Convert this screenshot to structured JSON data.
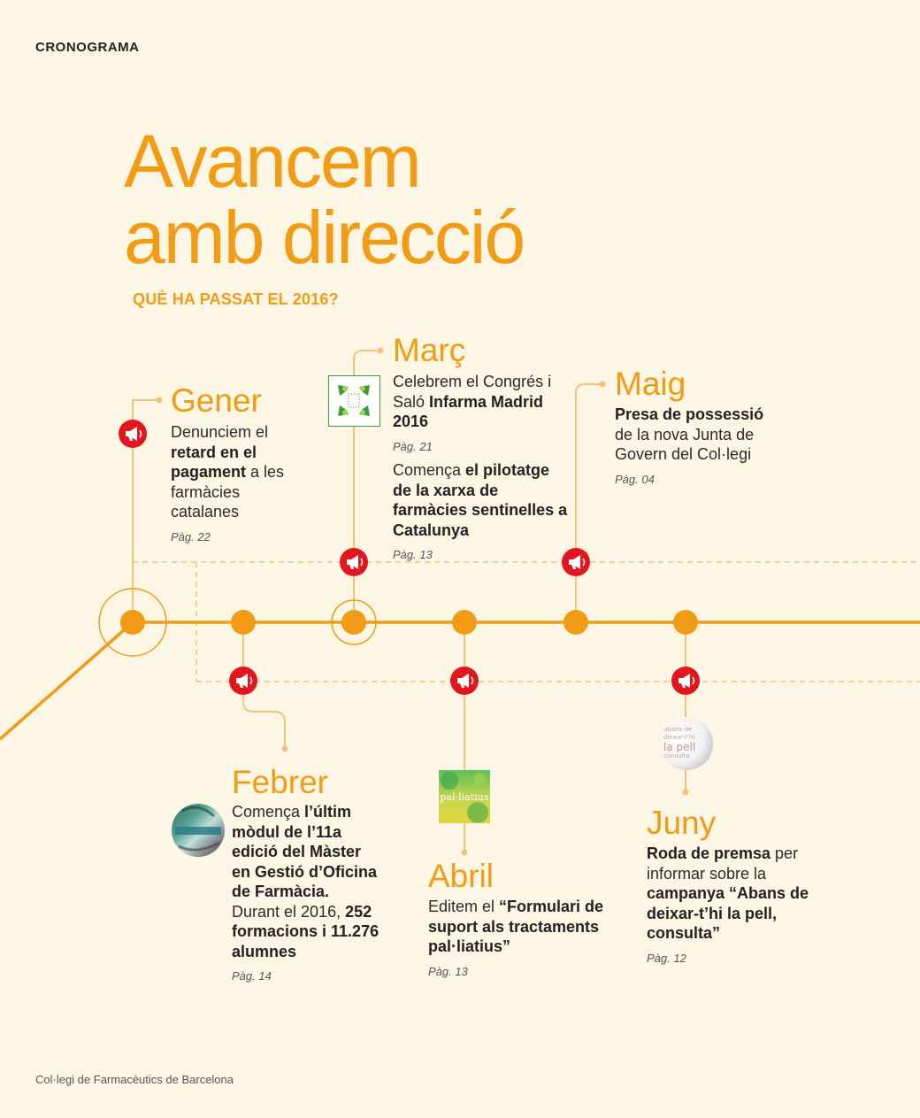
{
  "header": {
    "section": "CRONOGRAMA"
  },
  "title": {
    "line1": "Avancem",
    "line2": "amb direcció",
    "subtitle": "QUÈ HA PASSAT EL 2016?"
  },
  "colors": {
    "orange": "#f29b14",
    "red": "#e3161d",
    "background": "#fdf6e4",
    "pale_orange": "#f6c27a"
  },
  "months": {
    "gener": {
      "name": "Gener",
      "desc": [
        {
          "t": "Denunciem el ",
          "b": false
        },
        {
          "t": "retard en el pagament",
          "b": true
        },
        {
          "t": " a les farmàcies catalanes",
          "b": false
        }
      ],
      "page": "Pàg. 22"
    },
    "febrer": {
      "name": "Febrer",
      "desc": [
        {
          "t": "Comença ",
          "b": false
        },
        {
          "t": "l’últim mòdul de l’11a edició del Màster en Gestió d’Oficina de Farmàcia.",
          "b": true
        },
        {
          "t": " Durant el 2016, ",
          "b": false
        },
        {
          "t": "252 formacions i 11.276 alumnes",
          "b": true
        }
      ],
      "page": "Pàg. 14"
    },
    "marc": {
      "name": "Març",
      "desc1": [
        {
          "t": "Celebrem el Congrés i Saló ",
          "b": false
        },
        {
          "t": "Infarma Madrid 2016",
          "b": true
        }
      ],
      "page1": "Pàg. 21",
      "desc2": [
        {
          "t": "Comença ",
          "b": false
        },
        {
          "t": "el pilotatge de la xarxa de farmàcies sentinelles a Catalunya",
          "b": true
        }
      ],
      "page2": "Pàg. 13"
    },
    "abril": {
      "name": "Abril",
      "desc": [
        {
          "t": "Editem el ",
          "b": false
        },
        {
          "t": "“Formulari de suport als tractaments pal·liatius”",
          "b": true
        }
      ],
      "page": "Pàg. 13",
      "thumb_text": "pal·liatius"
    },
    "maig": {
      "name": "Maig",
      "desc": [
        {
          "t": "Presa de possessió",
          "b": true
        },
        {
          "t": " de la nova Junta de Govern del Col·legi",
          "b": false
        }
      ],
      "page": "Pàg. 04"
    },
    "juny": {
      "name": "Juny",
      "desc": [
        {
          "t": "Roda de premsa",
          "b": true
        },
        {
          "t": " per informar sobre la ",
          "b": false
        },
        {
          "t": "campanya “Abans de deixar-t’hi la pell, consulta”",
          "b": true
        }
      ],
      "page": "Pàg. 12",
      "thumb_text": [
        "abans de",
        "deixar-t’hi",
        "la pell",
        "consulta"
      ]
    }
  },
  "icons": {
    "alert": "megaphone-icon",
    "marc_thumb": "infarma-logo-icon"
  },
  "footer": "Col·legi de Farmacèutics de Barcelona"
}
